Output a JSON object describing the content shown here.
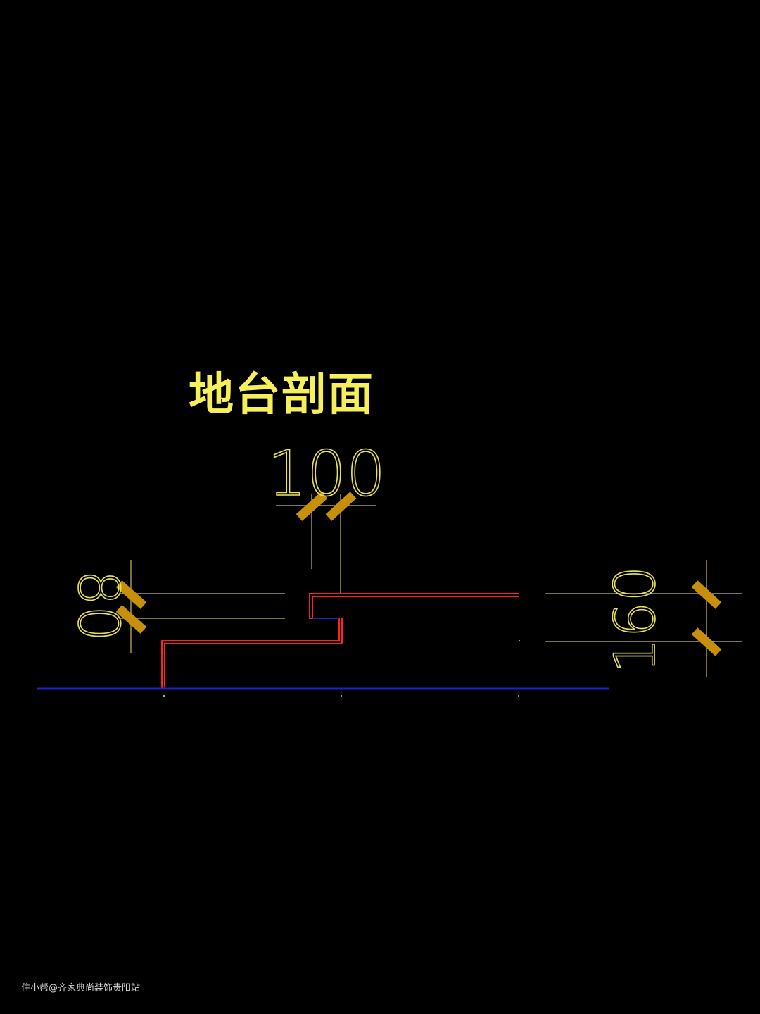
{
  "title": "地台剖面",
  "dimensions": {
    "top": "100",
    "left": "80",
    "right": "160"
  },
  "watermark": "住小帮@齐家典尚装饰贵阳站",
  "colors": {
    "background": "#000000",
    "title": "#f5ef5a",
    "dimension_text": "#e6e35a",
    "dimension_line": "#c9b96a",
    "tick": "#c6900c",
    "profile": "#ff2222",
    "floor_line": "#1a22c8"
  }
}
